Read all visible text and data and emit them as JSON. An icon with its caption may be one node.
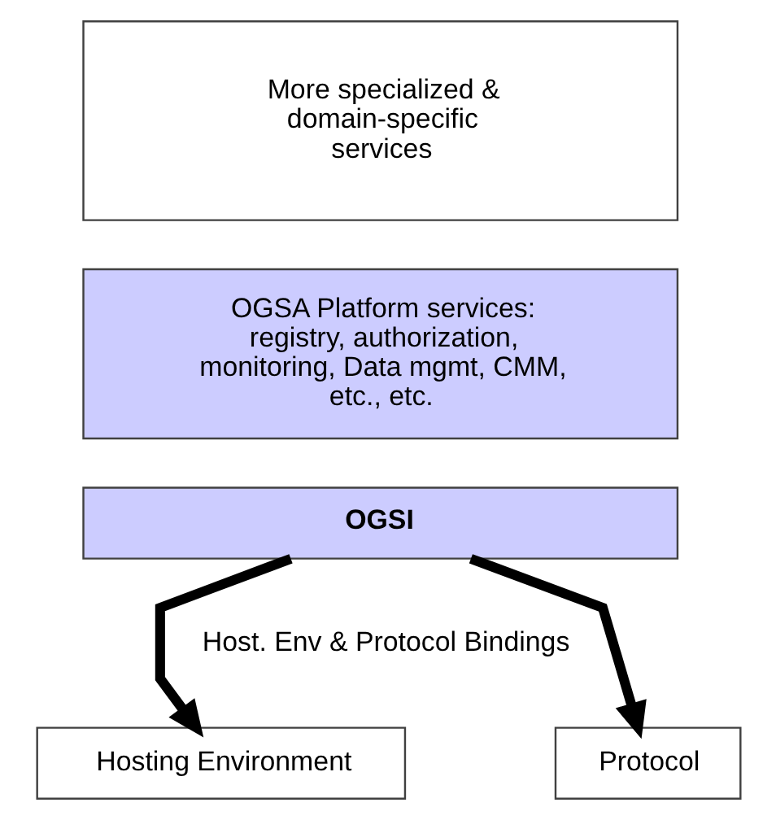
{
  "diagram": {
    "nodes": [
      {
        "text": [
          "More specialized & domain-specific services"
        ]
      },
      {
        "text": [
          "OGSA Platform services: registry, authorization, monitoring, Data mgmt, CMM, etc., etc."
        ]
      },
      {
        "text": [
          "OGSI"
        ]
      },
      {
        "text": [
          "Hosting Environment"
        ]
      },
      {
        "text": [
          "Protocol"
        ]
      }
    ],
    "edges": [
      {
        "from": 2,
        "to": 3,
        "arrow": "to"
      },
      {
        "from": 2,
        "to": 4,
        "arrow": "to"
      }
    ],
    "labels": [
      "Host. Env & Protocol Bindings"
    ]
  }
}
